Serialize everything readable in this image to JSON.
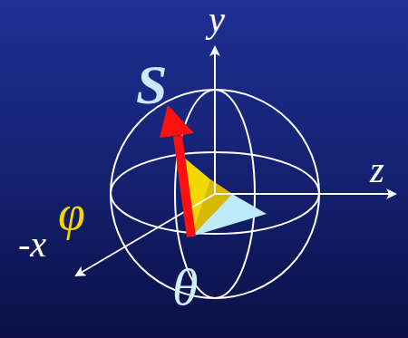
{
  "diagram": {
    "labels": [
      "y",
      "S",
      "z",
      "φ",
      "-x",
      "θ"
    ]
  }
}
